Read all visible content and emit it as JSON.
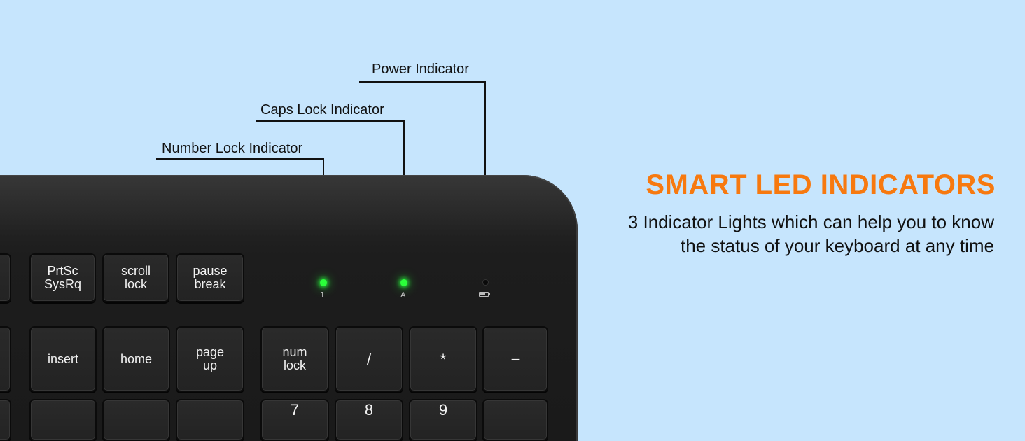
{
  "headline": "SMART LED INDICATORS",
  "description": {
    "line1": "3 Indicator Lights which can help you to know",
    "line2": "the status of your keyboard at any time"
  },
  "callouts": {
    "power": "Power Indicator",
    "caps": "Caps Lock Indicator",
    "number": "Number Lock Indicator"
  },
  "led_glyphs": {
    "number": "1",
    "caps": "A"
  },
  "keys": {
    "prtsc": [
      "PrtSc",
      "SysRq"
    ],
    "scroll": [
      "scroll",
      "lock"
    ],
    "pause": [
      "pause",
      "break"
    ],
    "insert": "insert",
    "home": "home",
    "pageup": [
      "page",
      "up"
    ],
    "numlock": [
      "num",
      "lock"
    ],
    "slash": "/",
    "asterisk": "*",
    "minus": "−",
    "row3": [
      "7",
      "8",
      "9"
    ]
  },
  "colors": {
    "background": "#c6e5fd",
    "headline": "#f7790f",
    "led_on": "#2bff3a",
    "keyboard": "#1d1d1d"
  }
}
